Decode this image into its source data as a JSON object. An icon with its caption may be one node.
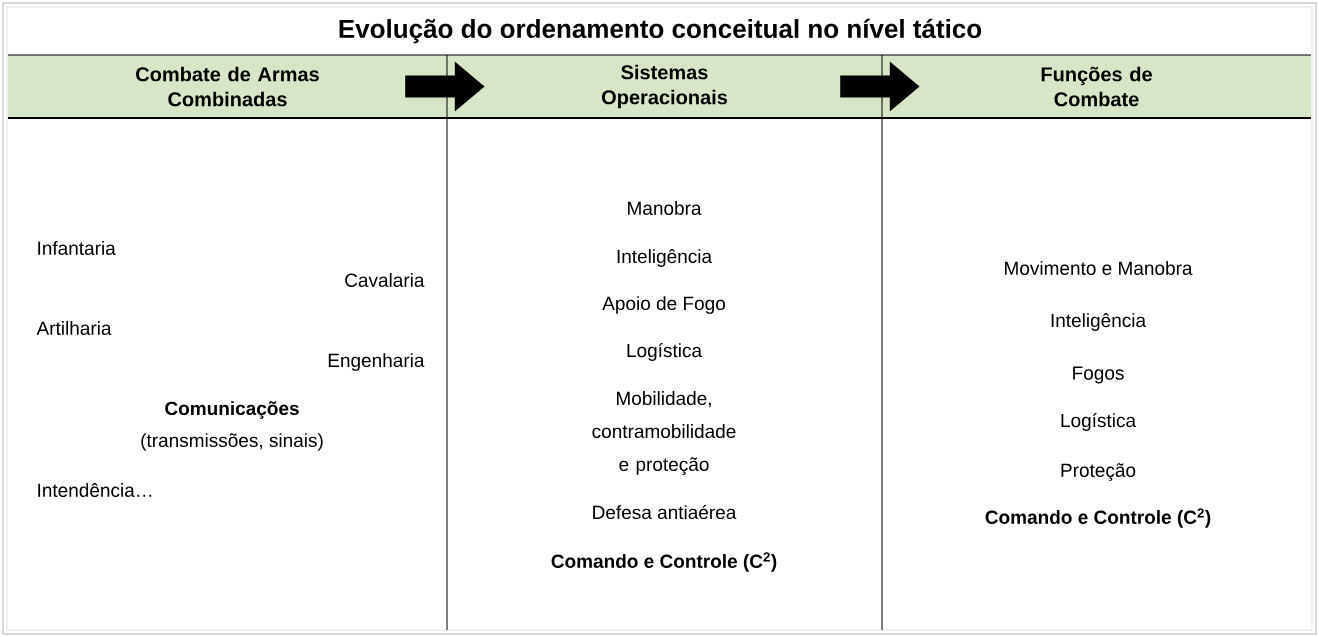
{
  "diagram": {
    "title": "Evolução do ordenamento conceitual no nível tático",
    "nodes": [
      {
        "text": [
          "Combate de Armas Combinadas"
        ]
      },
      {
        "text": [
          "Sistemas Operacionais"
        ]
      },
      {
        "text": [
          "Funções de Combate"
        ]
      }
    ],
    "edges": [
      {
        "from": 0,
        "to": 1,
        "arrow": "to"
      },
      {
        "from": 1,
        "to": 2,
        "arrow": "to"
      }
    ],
    "labels": [
      "Infantaria",
      "Cavalaria",
      "Artilharia",
      "Engenharia",
      "Comunicações",
      "(transmissões, sinais)",
      "Intendência…",
      "Manobra",
      "Inteligência",
      "Apoio de Fogo",
      "Logística",
      "Mobilidade, contramobilidade e proteção",
      "Defesa antiaérea",
      "Comando e Controle (C$^{2}$)",
      "Movimento e Manobra",
      "Inteligência",
      "Fogos",
      "Logística",
      "Proteção",
      "Comando e Controle (C$^{2}$)"
    ]
  }
}
